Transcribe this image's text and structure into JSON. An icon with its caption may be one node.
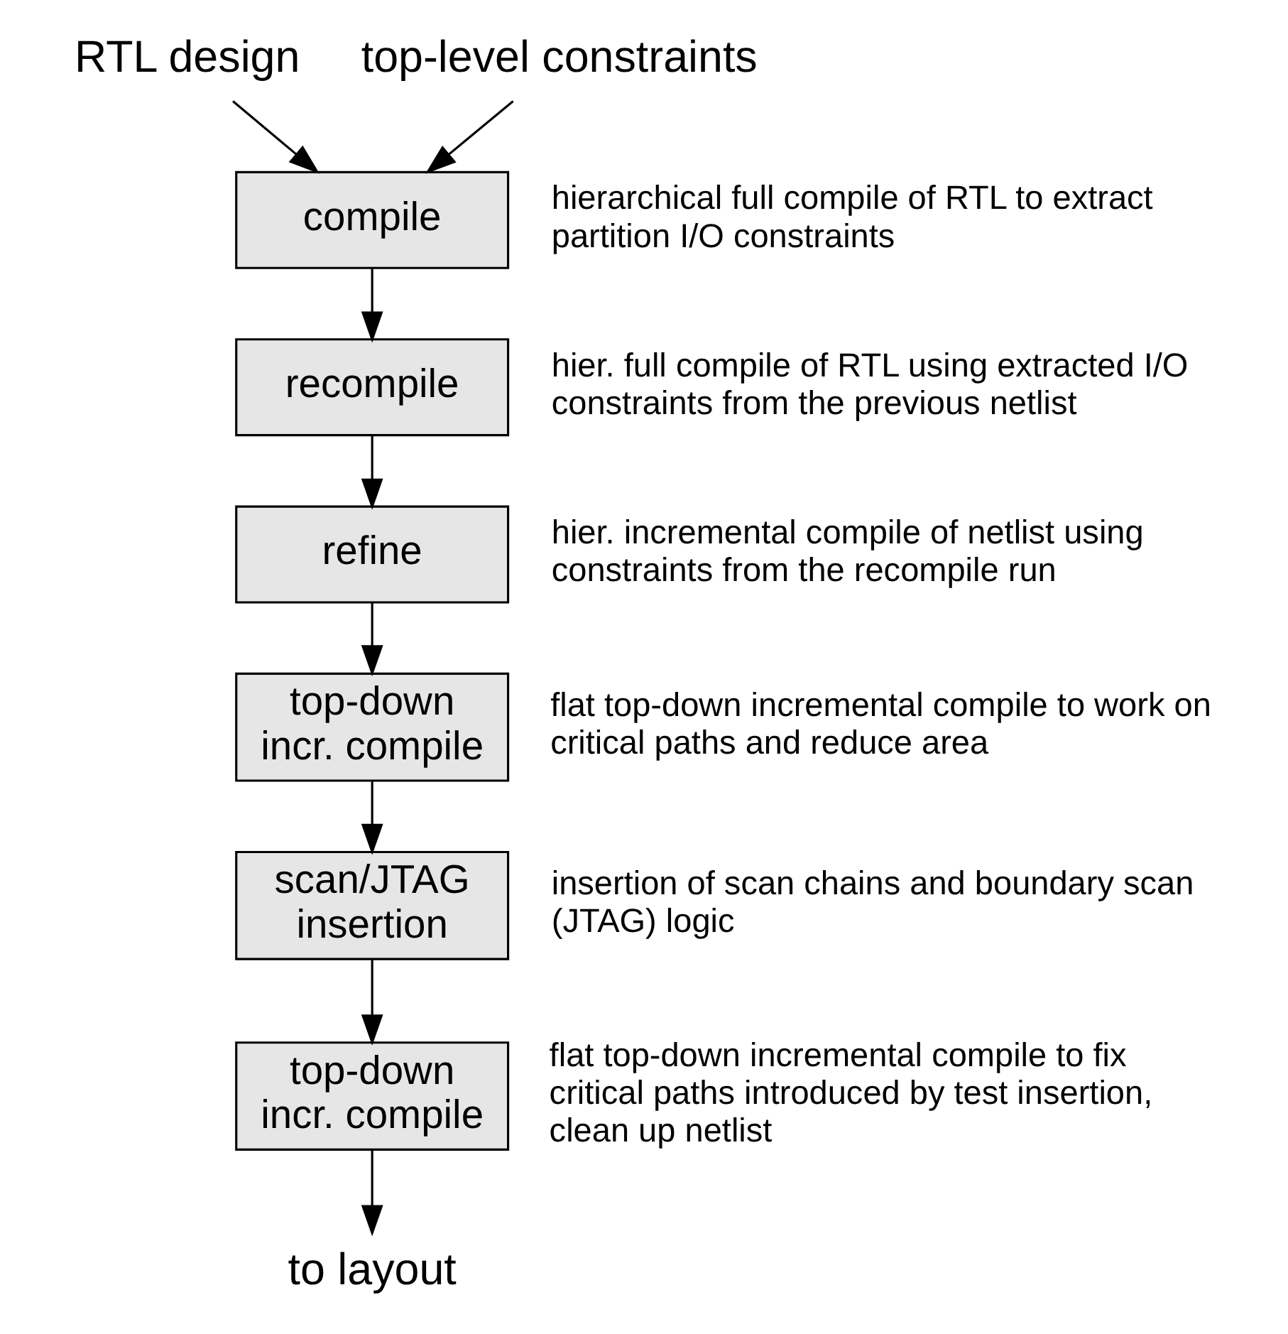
{
  "diagram": {
    "nodes": [
      {
        "text": [
          "RTL design"
        ]
      },
      {
        "text": [
          "top-level constraints"
        ]
      },
      {
        "text": [
          "compile"
        ],
        "beside": [
          "hierarchical full compile of RTL to extract partition I/O constraints"
        ]
      },
      {
        "text": [
          "recompile"
        ],
        "beside": [
          "hier. full compile of RTL using extracted I/O constraints from the previous netlist"
        ]
      },
      {
        "text": [
          "refine"
        ],
        "beside": [
          "hier. incremental compile of netlist using constraints from the recompile run"
        ]
      },
      {
        "text": [
          "top-down incr. compile"
        ],
        "beside": [
          "flat top-down incremental compile to work on critical paths and reduce area"
        ]
      },
      {
        "text": [
          "scan/JTAG insertion"
        ],
        "beside": [
          "insertion of scan chains and boundary scan (JTAG) logic"
        ]
      },
      {
        "text": [
          "top-down incr. compile"
        ],
        "beside": [
          "flat top-down incremental compile to fix critical paths introduced by test insertion, clean up netlist"
        ]
      },
      {
        "text": [
          "to layout"
        ]
      }
    ],
    "edges": [
      {
        "from": 0,
        "to": 2,
        "arrow": "to"
      },
      {
        "from": 1,
        "to": 2,
        "arrow": "to"
      },
      {
        "from": 2,
        "to": 3,
        "arrow": "to"
      },
      {
        "from": 3,
        "to": 4,
        "arrow": "to"
      },
      {
        "from": 4,
        "to": 5,
        "arrow": "to"
      },
      {
        "from": 5,
        "to": 6,
        "arrow": "to"
      },
      {
        "from": 6,
        "to": 7,
        "arrow": "to"
      },
      {
        "from": 7,
        "to": 8,
        "arrow": "to"
      }
    ]
  }
}
